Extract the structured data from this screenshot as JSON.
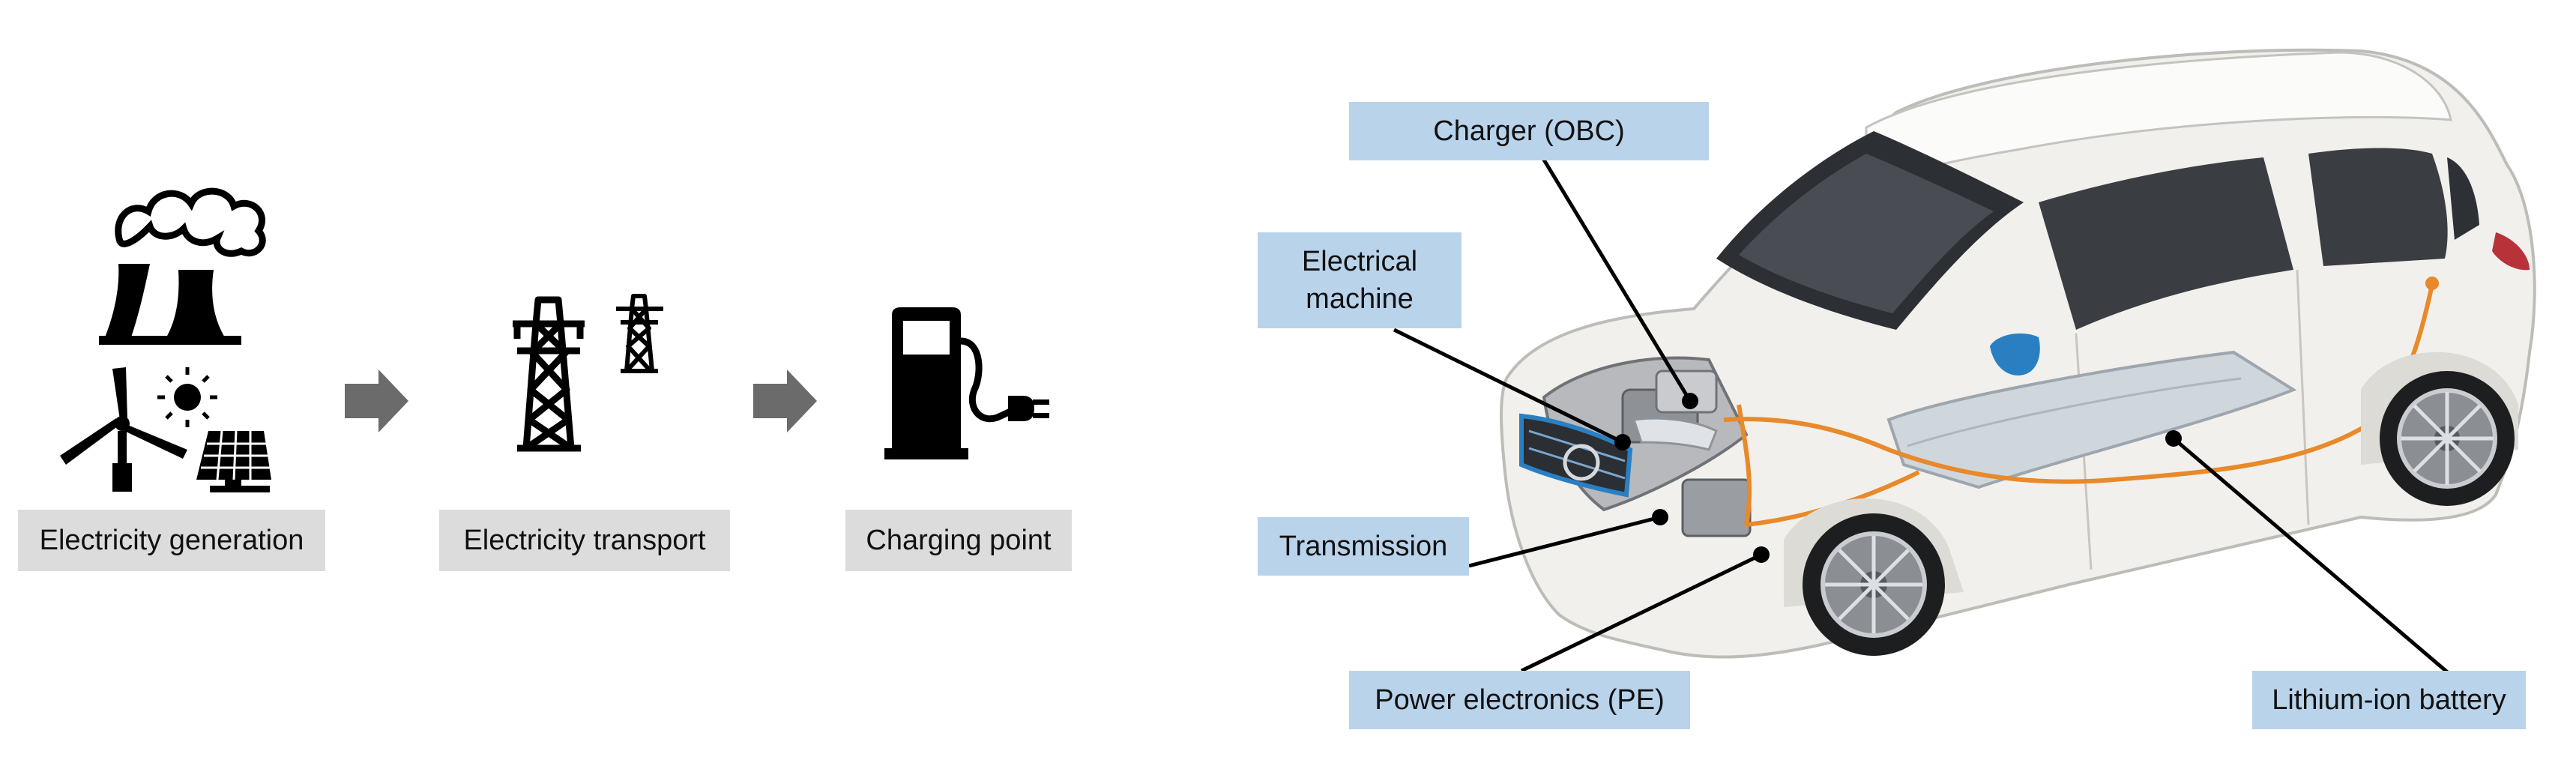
{
  "chain": {
    "generation_label": "Electricity generation",
    "transport_label": "Electricity transport",
    "charging_label": "Charging point"
  },
  "car_components": {
    "charger": "Charger (OBC)",
    "machine_line1": "Electrical",
    "machine_line2": "machine",
    "transmission": "Transmission",
    "power_electronics": "Power electronics (PE)",
    "battery": "Lithium-ion battery"
  },
  "colors": {
    "icon": "#000000",
    "arrow": "#6b6b6b",
    "grey_label": "#dcdcdc",
    "blue_label": "#b9d3eb",
    "car_body": "#f1f0ec",
    "cable": "#e8892a",
    "battery": "#cfd6dc",
    "mirror": "#2a7fc2"
  },
  "icons": [
    "power-plant-icon",
    "wind-turbine-icon",
    "sun-icon",
    "solar-panel-icon",
    "transmission-tower-icon",
    "charging-station-icon",
    "plug-icon",
    "arrow-right-icon"
  ]
}
